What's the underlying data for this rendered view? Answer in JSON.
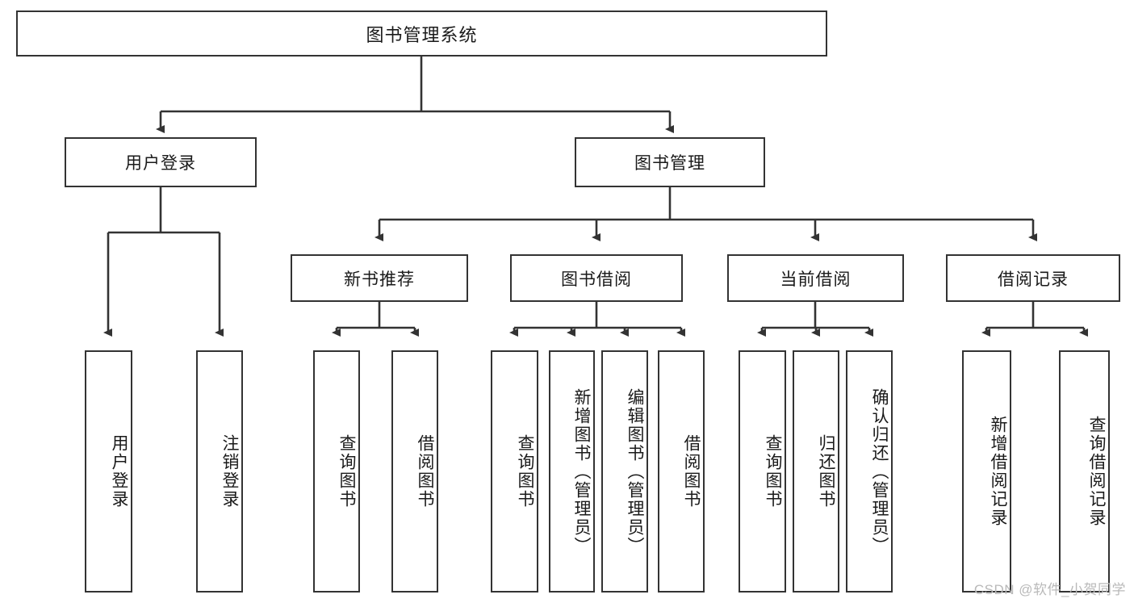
{
  "diagram": {
    "title": "图书管理系统",
    "type": "hierarchy-tree",
    "root": {
      "label": "图书管理系统"
    },
    "level1": [
      {
        "label": "用户登录"
      },
      {
        "label": "图书管理"
      }
    ],
    "level2": [
      {
        "label": "新书推荐"
      },
      {
        "label": "图书借阅"
      },
      {
        "label": "当前借阅"
      },
      {
        "label": "借阅记录"
      }
    ],
    "leaves": {
      "user_login": [
        {
          "label": "用户登录"
        },
        {
          "label": "注销登录"
        }
      ],
      "new_book_recommend": [
        {
          "label": "查询图书"
        },
        {
          "label": "借阅图书"
        }
      ],
      "book_borrow": [
        {
          "label": "查询图书"
        },
        {
          "label": "新增图书（管理员）"
        },
        {
          "label": "编辑图书（管理员）"
        },
        {
          "label": "借阅图书"
        }
      ],
      "current_borrow": [
        {
          "label": "查询图书"
        },
        {
          "label": "归还图书"
        },
        {
          "label": "确认归还（管理员）"
        }
      ],
      "borrow_record": [
        {
          "label": "新增借阅记录"
        },
        {
          "label": "查询借阅记录"
        }
      ]
    }
  },
  "watermark": {
    "text": "CSDN @软件_小贺同学"
  },
  "colors": {
    "stroke": "#333333",
    "text": "#1a1a1a",
    "background": "#ffffff",
    "watermark": "#b9b9b9"
  }
}
